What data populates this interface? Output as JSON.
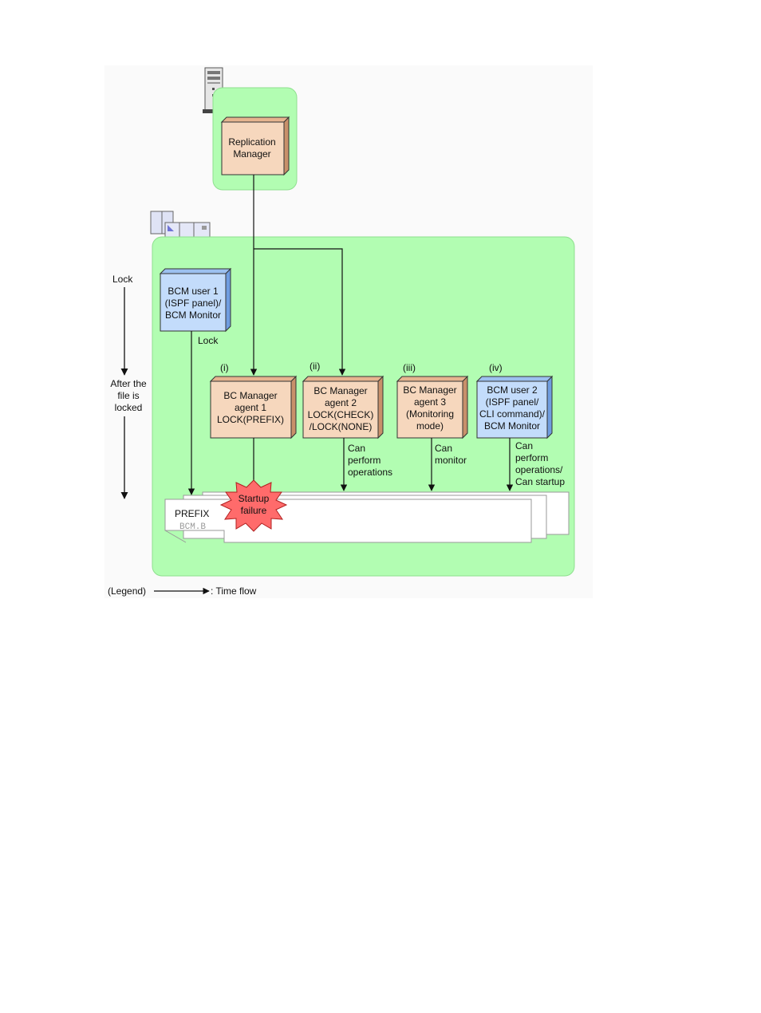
{
  "replication_manager": {
    "lines": [
      "Replication",
      "Manager"
    ]
  },
  "side_time": {
    "lock": "Lock",
    "after": [
      "After the",
      "file is",
      "locked"
    ]
  },
  "bcm_user1": {
    "lines": [
      "BCM user 1",
      "(ISPF panel)/",
      "BCM Monitor"
    ],
    "lock_label": "Lock"
  },
  "agents": [
    {
      "tag": "(i)",
      "lines": [
        "BC Manager",
        "agent 1",
        "LOCK(PREFIX)"
      ]
    },
    {
      "tag": "(ii)",
      "lines": [
        "BC Manager",
        "agent 2",
        "LOCK(CHECK)",
        "/LOCK(NONE)"
      ],
      "note": [
        "Can",
        "perform",
        "operations"
      ]
    },
    {
      "tag": "(iii)",
      "lines": [
        "BC Manager",
        "agent 3",
        "(Monitoring",
        "mode)"
      ],
      "note": [
        "Can",
        "monitor"
      ]
    },
    {
      "tag": "(iv)",
      "lines": [
        "BCM user 2",
        "(ISPF panel/",
        "CLI command)/",
        "BCM Monitor"
      ],
      "note": [
        "Can",
        "perform",
        "operations/",
        "Can startup"
      ]
    }
  ],
  "burst": {
    "lines": [
      "Startup",
      "failure"
    ]
  },
  "file": {
    "prefix": "PREFIX",
    "dataset": "BCM.B"
  },
  "legend": {
    "label": "(Legend)",
    "desc": ": Time flow"
  },
  "colors": {
    "region_fill": "#b2fdb2",
    "region_stroke": "#8fe08f",
    "box_peach": "#f6d7bd",
    "box_peach_side": "#c8906a",
    "box_blue": "#c3dcfb",
    "box_blue_side": "#6f9de0",
    "burst": "#ff6b6b"
  }
}
